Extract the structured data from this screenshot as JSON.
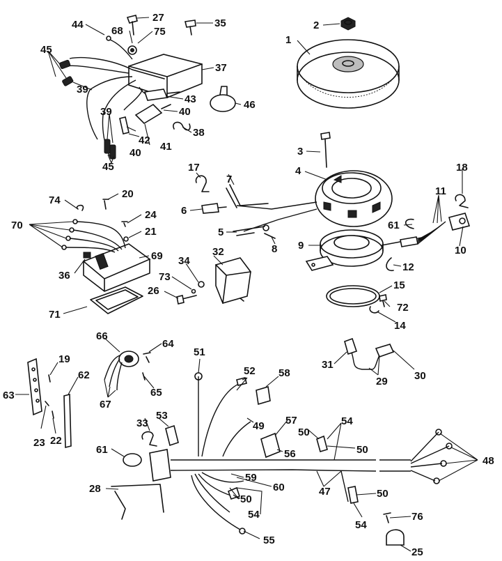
{
  "diagram": {
    "callouts": {
      "c1": "1",
      "c2": "2",
      "c3": "3",
      "c4": "4",
      "c5": "5",
      "c6": "6",
      "c7": "7",
      "c8": "8",
      "c9": "9",
      "c10": "10",
      "c11": "11",
      "c12": "12",
      "c14": "14",
      "c15": "15",
      "c17": "17",
      "c18": "18",
      "c19": "19",
      "c20": "20",
      "c21": "21",
      "c22": "22",
      "c23": "23",
      "c24": "24",
      "c25": "25",
      "c26": "26",
      "c27": "27",
      "c28": "28",
      "c29": "29",
      "c30": "30",
      "c31": "31",
      "c32": "32",
      "c33": "33",
      "c34": "34",
      "c35": "35",
      "c36": "36",
      "c37": "37",
      "c38": "38",
      "c39a": "39",
      "c39b": "39",
      "c40a": "40",
      "c40b": "40",
      "c41": "41",
      "c42": "42",
      "c43": "43",
      "c44": "44",
      "c45a": "45",
      "c45b": "45",
      "c46": "46",
      "c47": "47",
      "c48": "48",
      "c49": "49",
      "c50a": "50",
      "c50b": "50",
      "c50c": "50",
      "c50d": "50",
      "c51": "51",
      "c52": "52",
      "c53": "53",
      "c54a": "54",
      "c54b": "54",
      "c54c": "54",
      "c55": "55",
      "c56": "56",
      "c57": "57",
      "c58": "58",
      "c59": "59",
      "c60": "60",
      "c61a": "61",
      "c61b": "61",
      "c62": "62",
      "c63": "63",
      "c64": "64",
      "c65": "65",
      "c66": "66",
      "c67": "67",
      "c68": "68",
      "c69": "69",
      "c70": "70",
      "c71": "71",
      "c72": "72",
      "c73": "73",
      "c74": "74",
      "c75": "75",
      "c76": "76"
    }
  }
}
